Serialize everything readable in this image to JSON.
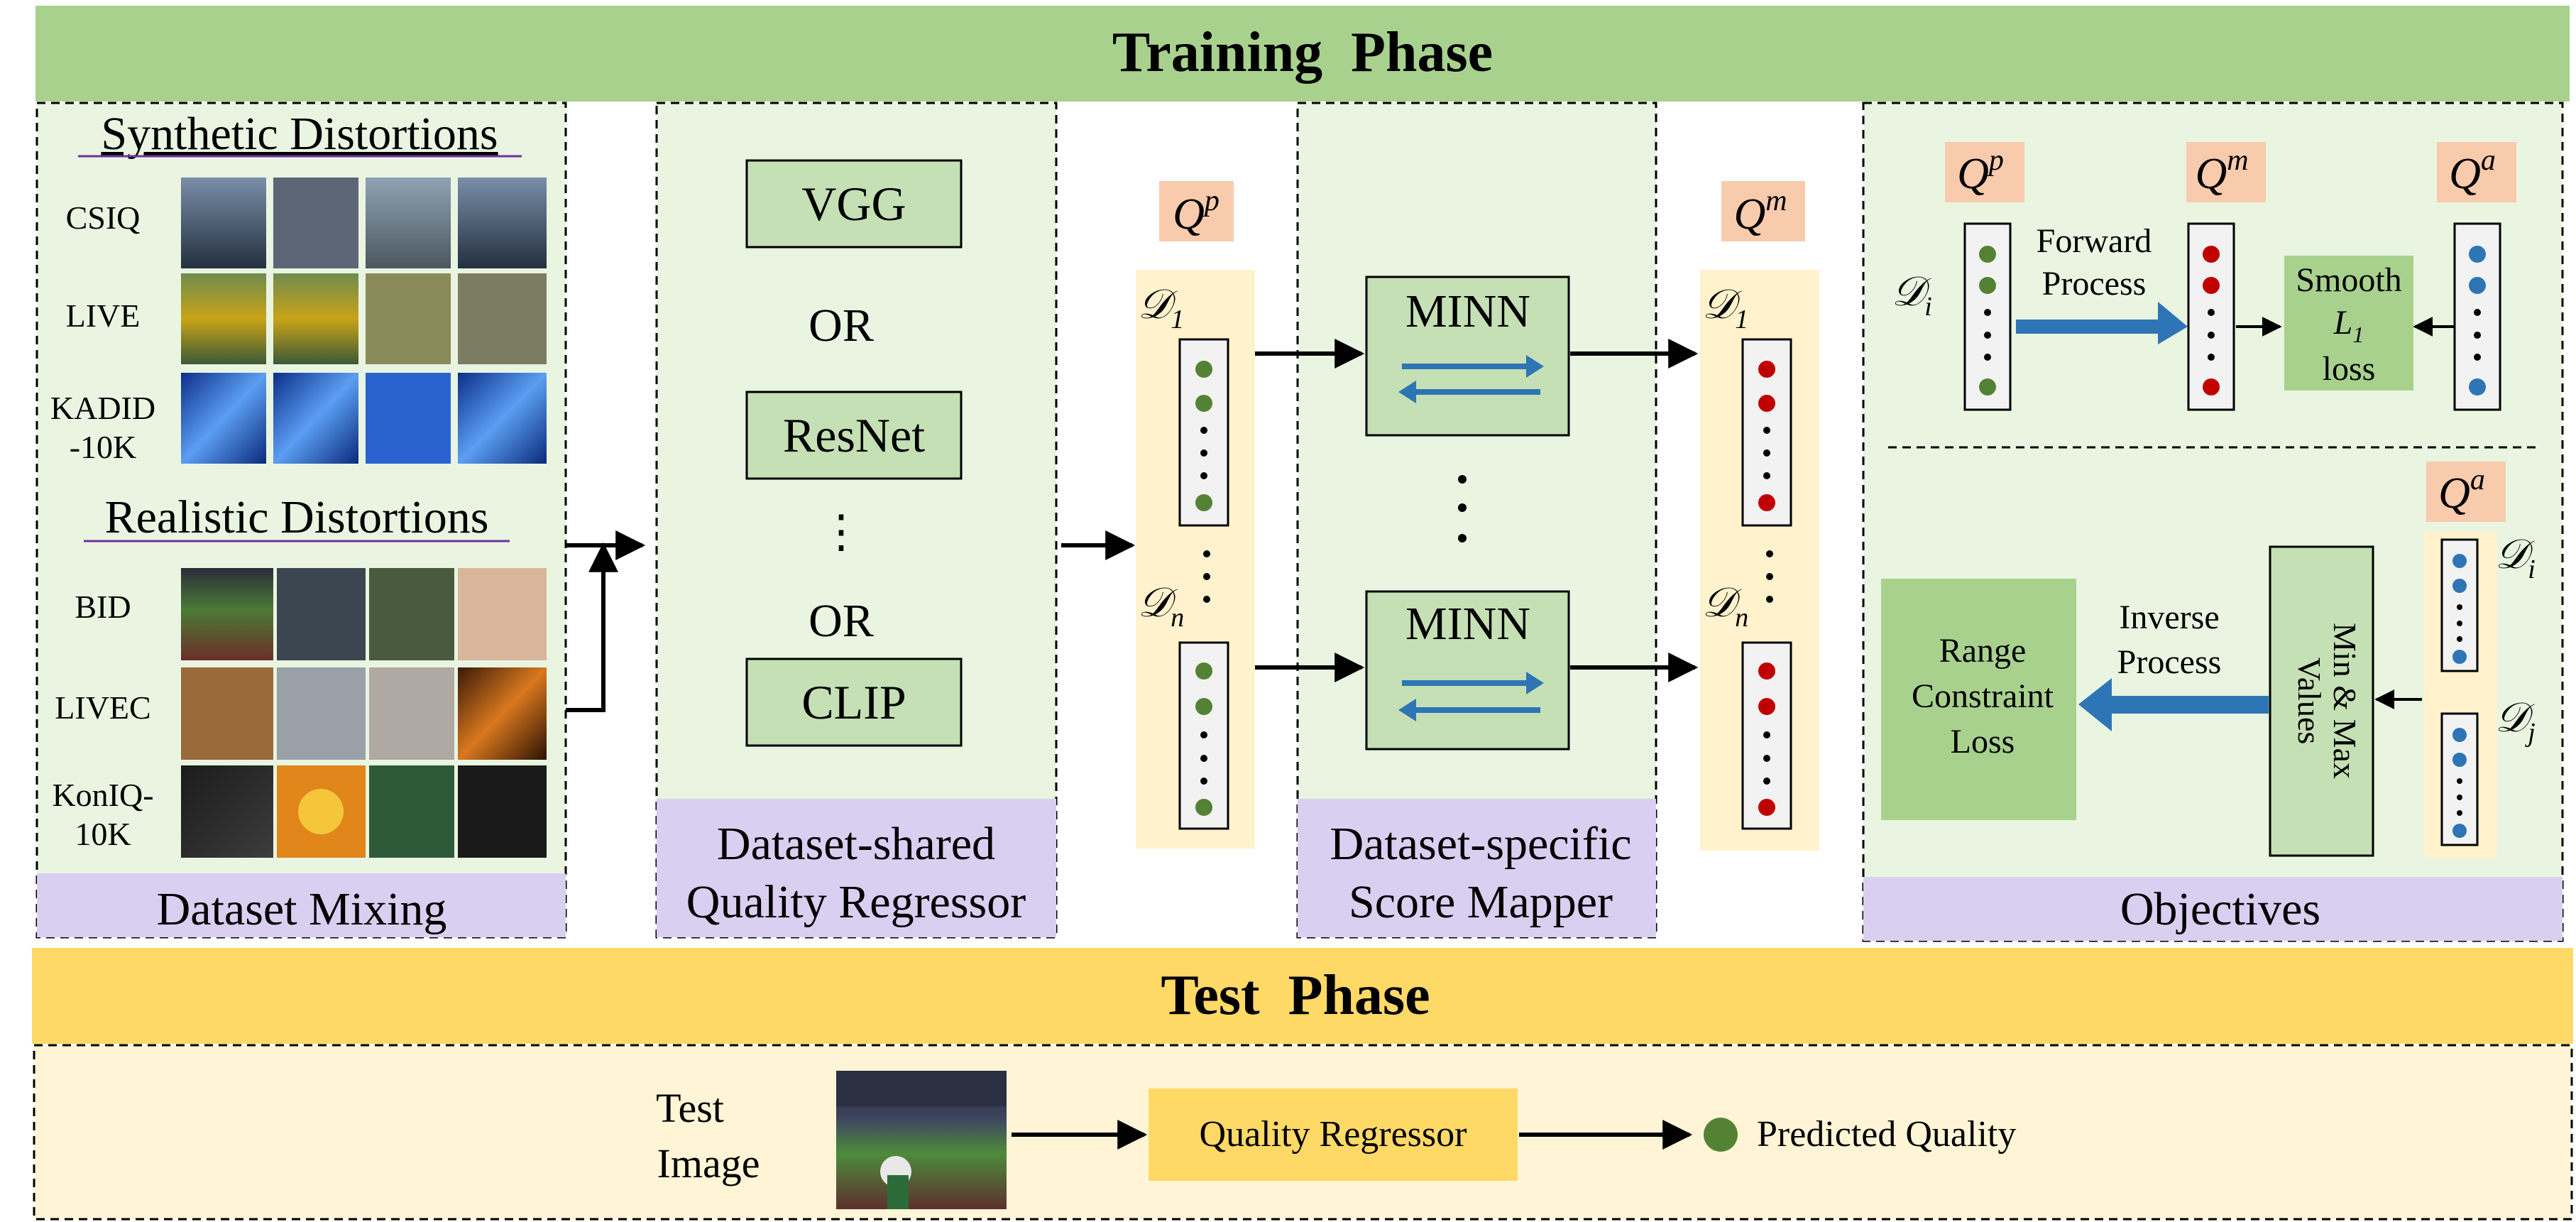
{
  "training": {
    "title": "Training  Phase",
    "dataset_mixing": {
      "synthetic_title": "Synthetic Distortions",
      "realistic_title": "Realistic Distortions",
      "rows": [
        {
          "label": [
            "CSIQ"
          ]
        },
        {
          "label": [
            "LIVE"
          ]
        },
        {
          "label": [
            "KADID",
            "-10K"
          ]
        },
        {
          "label": [
            "BID"
          ]
        },
        {
          "label": [
            "LIVEC"
          ]
        },
        {
          "label": [
            "KonIQ-",
            "10K"
          ]
        }
      ],
      "footer": "Dataset Mixing"
    },
    "regressor": {
      "options": [
        "VGG",
        "OR",
        "ResNet",
        "⋮",
        "OR",
        "CLIP"
      ],
      "footer_lines": [
        "Dataset-shared",
        "Quality Regressor"
      ]
    },
    "qp": {
      "symbol": "Q",
      "sup": "p",
      "d1": "𝒟",
      "d1_sub": "1",
      "dn": "𝒟",
      "dn_sub": "n"
    },
    "mapper": {
      "box1": "MINN",
      "box2": "MINN",
      "footer_lines": [
        "Dataset-specific",
        "Score Mapper"
      ]
    },
    "qm": {
      "symbol": "Q",
      "sup": "m",
      "d1": "𝒟",
      "d1_sub": "1",
      "dn": "𝒟",
      "dn_sub": "n"
    },
    "objectives": {
      "top": {
        "qp_sup": "p",
        "qm_sup": "m",
        "qa_sup": "a",
        "di": "𝒟",
        "di_sub": "i",
        "forward_lines": [
          "Forward",
          "Process"
        ],
        "loss_lines": [
          "Smooth",
          "L",
          "1",
          "loss"
        ]
      },
      "bottom": {
        "qa_sup": "a",
        "di": "𝒟",
        "di_sub": "i",
        "dj": "𝒟",
        "dj_sub": "j",
        "inverse_lines": [
          "Inverse",
          "Process"
        ],
        "range_lines": [
          "Range",
          "Constraint",
          "Loss"
        ],
        "minmax": "Min & Max",
        "values": "Values"
      },
      "footer": "Objectives"
    }
  },
  "test": {
    "title": "Test  Phase",
    "image_lines": [
      "Test",
      "Image"
    ],
    "regressor": "Quality Regressor",
    "output": "Predicted Quality"
  },
  "colors": {
    "train_header": "#a9d18e",
    "test_header": "#ffd966",
    "panel_green": "#e9f5e1",
    "panel_yellow": "#fff5d6",
    "purple": "#d9cff0",
    "box_green": "#c5e0b4",
    "peach": "#f8cbad",
    "column_yellow": "#fff2cc",
    "dot_green": "#548235",
    "dot_red": "#c00000",
    "dot_blue": "#2e75b6",
    "arrow_blue": "#2e75b6",
    "or_red": "#c00000",
    "link_purple": "#7030a0"
  }
}
